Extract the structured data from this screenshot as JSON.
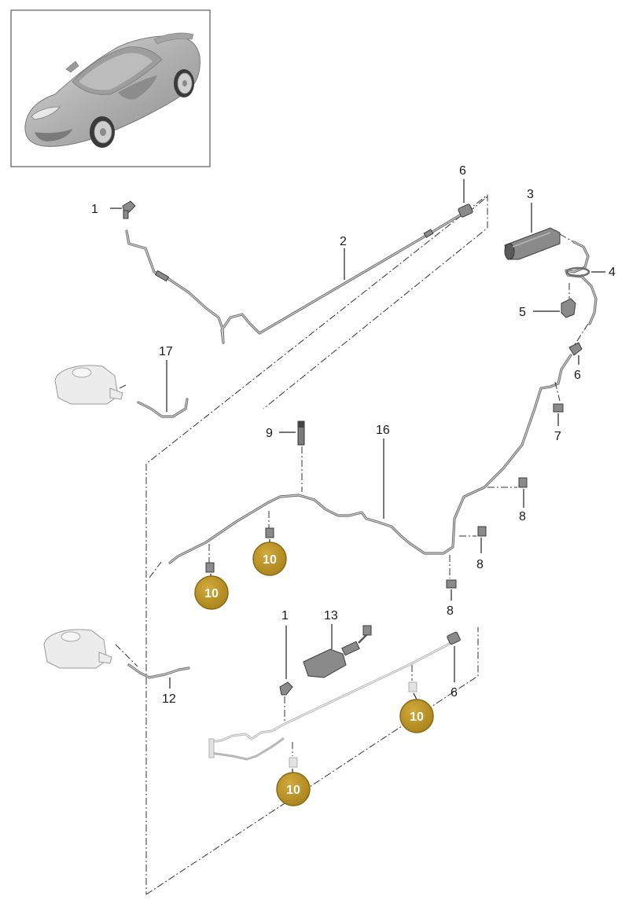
{
  "callouts": [
    {
      "id": "c1a",
      "label": "1"
    },
    {
      "id": "c2",
      "label": "2"
    },
    {
      "id": "c3",
      "label": "3"
    },
    {
      "id": "c4",
      "label": "4"
    },
    {
      "id": "c5",
      "label": "5"
    },
    {
      "id": "c6a",
      "label": "6"
    },
    {
      "id": "c6b",
      "label": "6"
    },
    {
      "id": "c6c",
      "label": "6"
    },
    {
      "id": "c7",
      "label": "7"
    },
    {
      "id": "c8a",
      "label": "8"
    },
    {
      "id": "c8b",
      "label": "8"
    },
    {
      "id": "c8c",
      "label": "8"
    },
    {
      "id": "c9",
      "label": "9"
    },
    {
      "id": "c12",
      "label": "12"
    },
    {
      "id": "c1b",
      "label": "1"
    },
    {
      "id": "c13",
      "label": "13"
    },
    {
      "id": "c16",
      "label": "16"
    },
    {
      "id": "c17",
      "label": "17"
    }
  ],
  "badges": [
    {
      "id": "b1",
      "label": "10"
    },
    {
      "id": "b2",
      "label": "10"
    },
    {
      "id": "b3",
      "label": "10"
    },
    {
      "id": "b4",
      "label": "10"
    }
  ],
  "colors": {
    "badge_fill": "#b38e25",
    "badge_ring": "#8a6a12",
    "pipe": "#6e6e6e",
    "car_body": "#b9b9b9",
    "frame": "#666666"
  }
}
